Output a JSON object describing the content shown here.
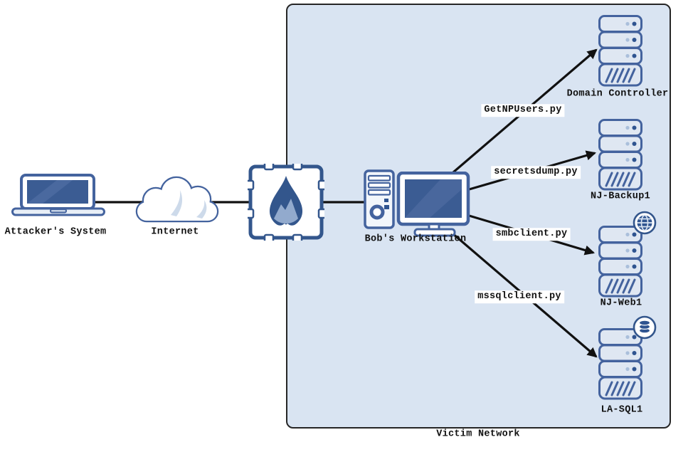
{
  "diagram": {
    "network_label": "Victim Network",
    "nodes": {
      "attacker": "Attacker's System",
      "internet": "Internet",
      "workstation": "Bob's Workstation",
      "domain_controller": "Domain Controller",
      "nj_backup1": "NJ-Backup1",
      "nj_web1": "NJ-Web1",
      "la_sql1": "LA-SQL1"
    },
    "attacks": [
      {
        "tool": "GetNPUsers.py",
        "source": "Bob's Workstation",
        "target": "Domain Controller"
      },
      {
        "tool": "secretsdump.py",
        "source": "Bob's Workstation",
        "target": "NJ-Backup1"
      },
      {
        "tool": "smbclient.py",
        "source": "Bob's Workstation",
        "target": "NJ-Web1"
      },
      {
        "tool": "mssqlclient.py",
        "source": "Bob's Workstation",
        "target": "LA-SQL1"
      }
    ],
    "icons": {
      "attacker": "laptop-icon",
      "internet": "cloud-icon",
      "perimeter": "firewall-flame-icon",
      "workstation": "desktop-computer-icon",
      "servers": "rack-server-icon",
      "nj_web1_badge": "globe-icon",
      "la_sql1_badge": "database-icon"
    },
    "colors": {
      "icon_stroke": "#44639e",
      "icon_dark": "#2f5490",
      "screen_fill": "#3b5c93",
      "server_fill": "#dfe7f2",
      "network_fill": "#d9e4f2",
      "line": "#111111",
      "label_bg": "#ffffff"
    }
  }
}
